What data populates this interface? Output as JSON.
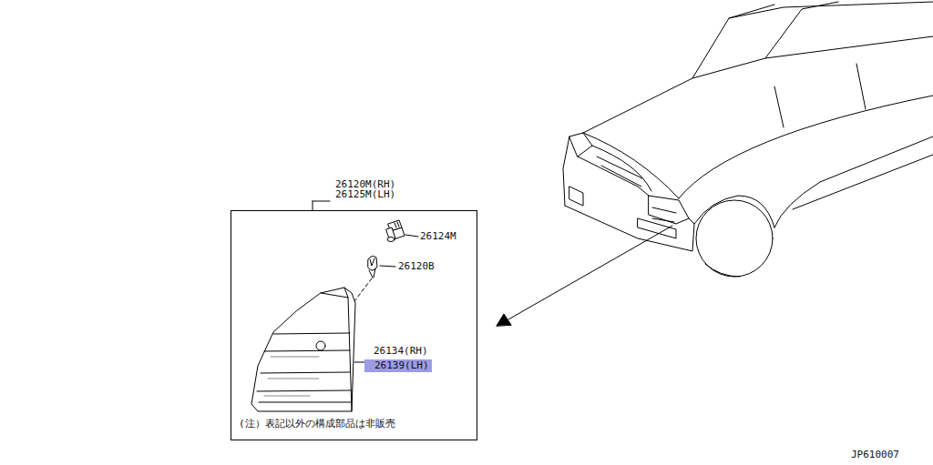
{
  "diagram": {
    "nodes": [
      {
        "text": [
          "26120M(RH)",
          "26125M(LH)",
          "(注）表記以外の構成部品は非販売"
        ]
      },
      {
        "text": [
          "26139(LH)"
        ],
        "in": 0
      }
    ],
    "labels": [
      "26124M",
      "26120B",
      "26134(RH)",
      "JP610007"
    ]
  }
}
